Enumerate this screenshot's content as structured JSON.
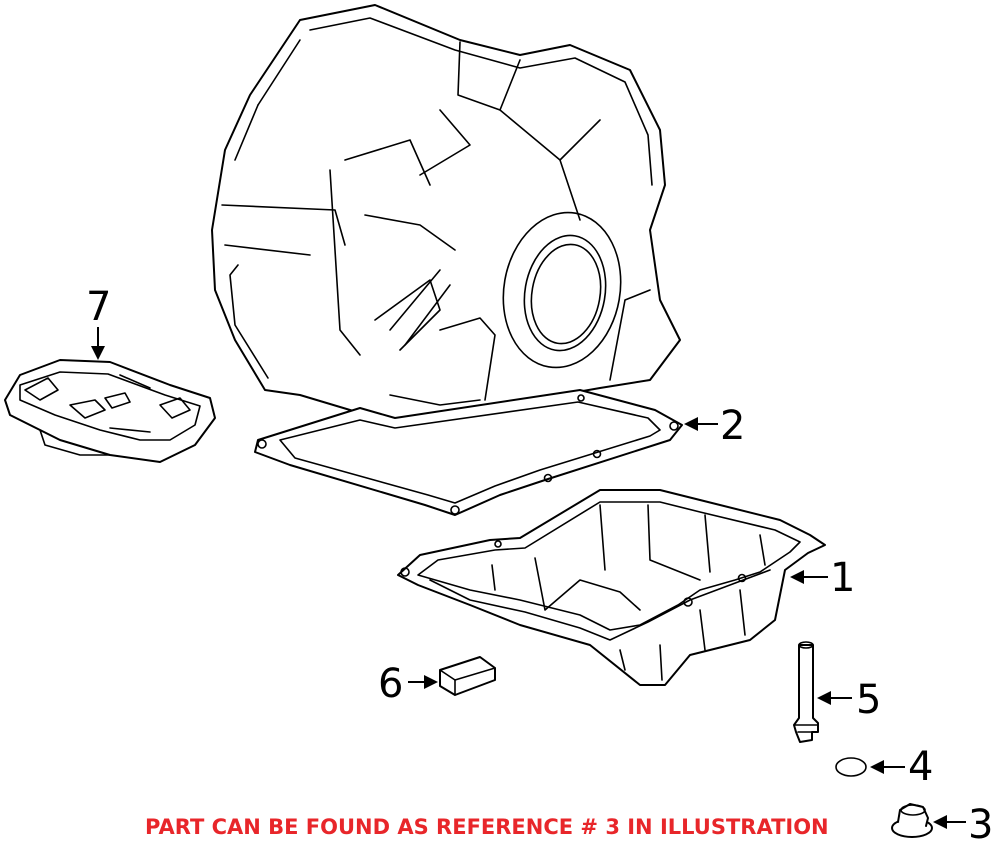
{
  "callouts": {
    "c1": "1",
    "c2": "2",
    "c3": "3",
    "c4": "4",
    "c5": "5",
    "c6": "6",
    "c7": "7"
  },
  "notice": {
    "text": "PART CAN BE FOUND AS REFERENCE # 3 IN ILLUSTRATION",
    "color": "#e8262a"
  },
  "line_color": "#000000"
}
